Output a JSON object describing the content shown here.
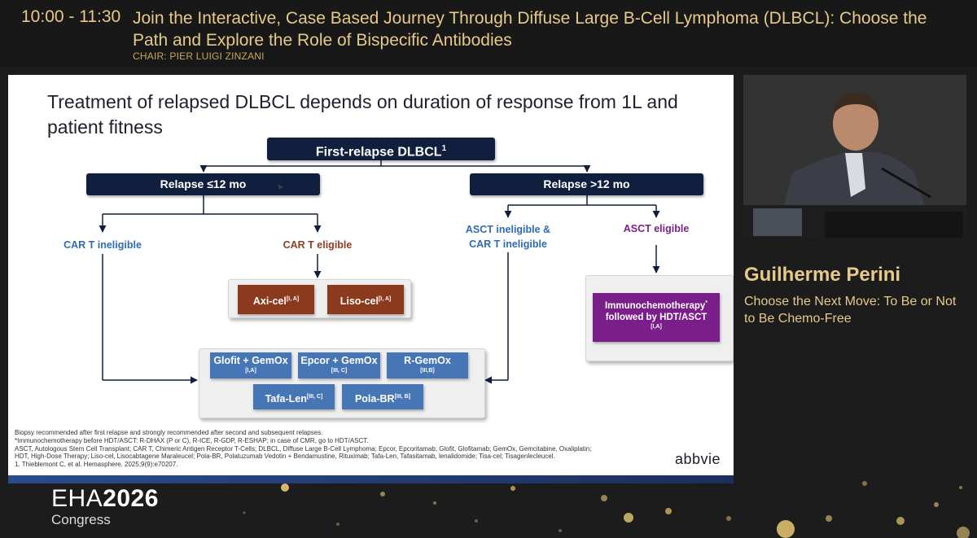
{
  "session": {
    "time": "10:00 - 11:30",
    "title": "Join the Interactive, Case Based Journey Through Diffuse Large B-Cell Lymphoma (DLBCL): Choose the Path and Explore the Role of Bispecific Antibodies",
    "chair": "CHAIR: PIER LUIGI ZINZANI"
  },
  "slide": {
    "title": "Treatment of relapsed DLBCL depends on duration of response from 1L and patient fitness",
    "top_box": "First-relapse DLBCL",
    "top_box_sup": "1",
    "left_branch": "Relapse ≤12 mo",
    "right_branch": "Relapse >12 mo",
    "car_t_ineligible": "CAR T ineligible",
    "car_t_eligible": "CAR T eligible",
    "asct_ineligible_l1": "ASCT ineligible &",
    "asct_ineligible_l2": "CAR T ineligible",
    "asct_eligible": "ASCT eligible",
    "axicel": "Axi-cel",
    "axicel_ev": "[I, A]",
    "lisocel": "Liso-cel",
    "lisocel_ev": "[I, A]",
    "immuno_l1": "Immunochemotherapy",
    "immuno_sup": "*",
    "immuno_l2": "followed by HDT/ASCT",
    "immuno_ev": "[I,A]",
    "glofit": "Glofit + GemOx",
    "glofit_ev": "[I,A]",
    "epcor": "Epcor + GemOx",
    "epcor_ev": "[III, C]",
    "rgemox": "R-GemOx",
    "rgemox_ev": "[III,B]",
    "tafa": "Tafa-Len",
    "tafa_ev": "[III, C]",
    "pola": "Pola-BR",
    "pola_ev": "[III, B]",
    "footnotes": [
      "Biopsy recommended after first relapse and strongly recommended after second and subsequent relapses.",
      "*Immunochemotherapy before HDT/ASCT: R-DHAX (P or C), R-ICE, R-GDP, R-ESHAP; in case of CMR, go to HDT/ASCT.",
      "ASCT, Autologous Stem Cell Transplant; CAR T, Chimeric Antigen Receptor T-Cells; DLBCL, Diffuse Large B-Cell Lymphoma; Epcor, Epcoritamab; Glofit, Glofitamab; GemOx, Gemcitabine, Oxaliplatin;",
      "HDT, High-Dose Therapy; Liso-cel, Lisocabtagene Maraleucel; Pola-BR, Polatuzumab Vedotin + Bendamustine, Rituximab; Tafa-Len, Tafasitamab, lenalidomide; Tisa-cel; Tisagenlecleucel.",
      "1. Thieblemont C, et al. Hemasphere. 2025;9(9):e70207."
    ],
    "logo": "abbvie"
  },
  "speaker": {
    "name": "Guilherme Perini",
    "talk": "Choose the Next Move: To Be or Not to Be Chemo-Free"
  },
  "congress": {
    "name_a": "EHA",
    "name_b": "2026",
    "sub": "Congress"
  },
  "colors": {
    "gold": "#e7c988",
    "navy": "#0f1f3d",
    "blue_box": "#4676b6",
    "brown_box": "#8b3a1e",
    "purple_box": "#7a1f8a",
    "label_blue": "#2e6bb3",
    "label_brown": "#8b3f1f"
  },
  "icons": [
    "pointer-cursor-icon"
  ]
}
